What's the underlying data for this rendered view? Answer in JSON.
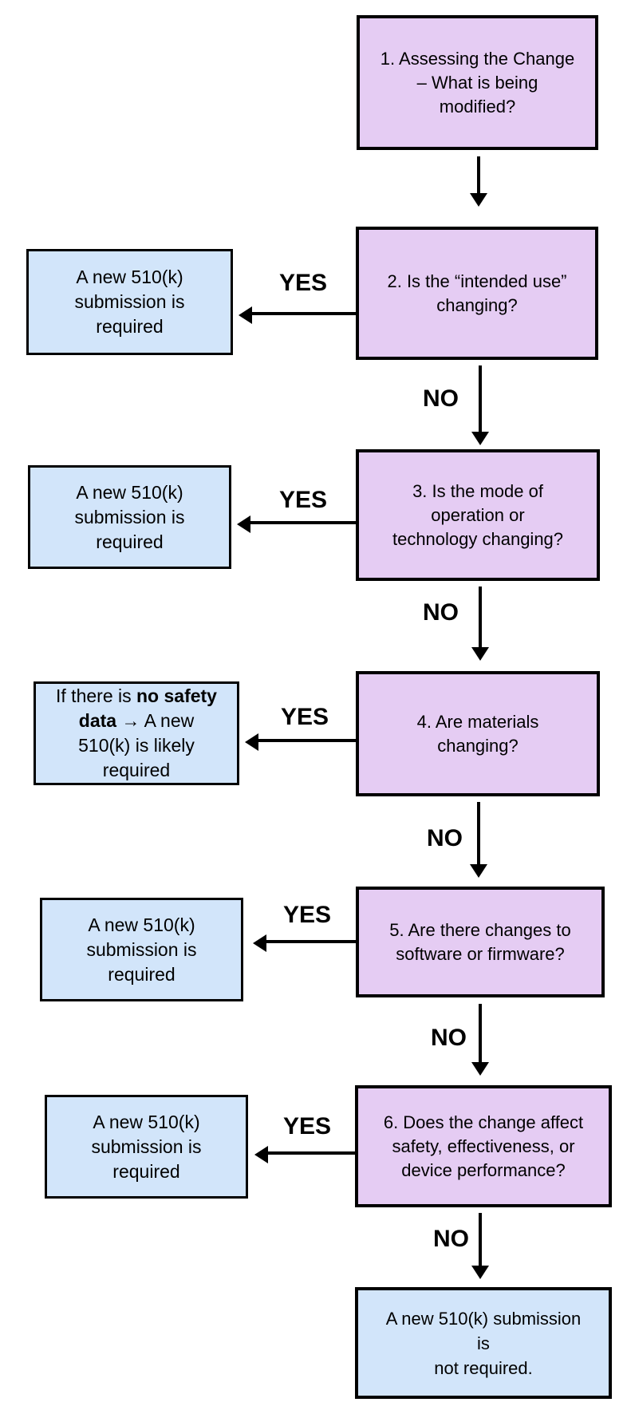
{
  "palette": {
    "background": "#ffffff",
    "question_fill": "#e5ccf3",
    "result_fill": "#d2e5fa",
    "line_color": "#000000"
  },
  "labels": {
    "yes": "YES",
    "no": "NO"
  },
  "questions": {
    "q1": {
      "lines": [
        "1. Assessing the Change",
        "– What is being",
        "modified?"
      ]
    },
    "q2": {
      "lines": [
        "2. Is the “intended use”",
        "changing?"
      ]
    },
    "q3": {
      "lines": [
        "3. Is the mode of",
        "operation or",
        "technology changing?"
      ]
    },
    "q4": {
      "lines": [
        "4. Are materials",
        "changing?"
      ]
    },
    "q5": {
      "lines": [
        "5. Are there changes to",
        "software or firmware?"
      ]
    },
    "q6": {
      "lines": [
        "6. Does the change affect",
        "safety, effectiveness, or",
        "device performance?"
      ]
    }
  },
  "results": {
    "required": {
      "lines": [
        "A new 510(k)",
        "submission is",
        "required"
      ]
    },
    "safety": {
      "line1_normal": "If there is ",
      "line1_bold": "no safety",
      "line2_bold": "data",
      "line2_normal": " → A new",
      "line3": "510(k) is likely",
      "line4": "required"
    },
    "not_required": {
      "lines": [
        "A new 510(k) submission",
        "is",
        "not required."
      ]
    }
  }
}
